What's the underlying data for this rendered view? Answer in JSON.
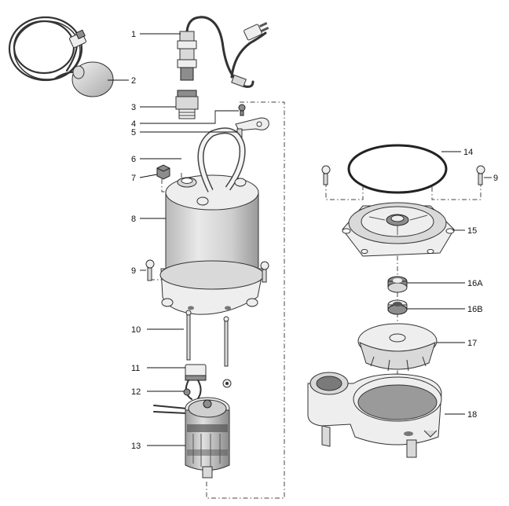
{
  "callouts": {
    "c1": "1",
    "c2": "2",
    "c3": "3",
    "c4": "4",
    "c5": "5",
    "c6": "6",
    "c7": "7",
    "c8": "8",
    "c9_left": "9",
    "c9_right": "9",
    "c10": "10",
    "c11": "11",
    "c12": "12",
    "c13": "13",
    "c14": "14",
    "c15": "15",
    "c16a": "16A",
    "c16b": "16B",
    "c17": "17",
    "c18": "18"
  }
}
